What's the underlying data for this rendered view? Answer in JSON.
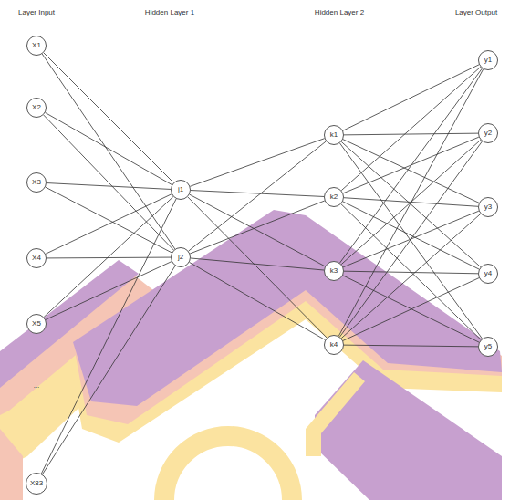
{
  "diagram": {
    "nodes": [
      {
        "text": [
          "X1"
        ]
      },
      {
        "text": [
          "X2"
        ]
      },
      {
        "text": [
          "X3"
        ]
      },
      {
        "text": [
          "X4"
        ]
      },
      {
        "text": [
          "X5"
        ]
      },
      {
        "text": [
          "X83"
        ]
      },
      {
        "text": [
          "j1"
        ]
      },
      {
        "text": [
          "j2"
        ]
      },
      {
        "text": [
          "k1"
        ]
      },
      {
        "text": [
          "k2"
        ]
      },
      {
        "text": [
          "k3"
        ]
      },
      {
        "text": [
          "k4"
        ]
      },
      {
        "text": [
          "y1"
        ]
      },
      {
        "text": [
          "y2"
        ]
      },
      {
        "text": [
          "y3"
        ]
      },
      {
        "text": [
          "y4"
        ]
      },
      {
        "text": [
          "y5"
        ]
      }
    ],
    "edges": [
      {
        "from": 0,
        "to": 6,
        "arrow": "none"
      },
      {
        "from": 0,
        "to": 7,
        "arrow": "none"
      },
      {
        "from": 1,
        "to": 6,
        "arrow": "none"
      },
      {
        "from": 1,
        "to": 7,
        "arrow": "none"
      },
      {
        "from": 2,
        "to": 6,
        "arrow": "none"
      },
      {
        "from": 2,
        "to": 7,
        "arrow": "none"
      },
      {
        "from": 3,
        "to": 6,
        "arrow": "none"
      },
      {
        "from": 3,
        "to": 7,
        "arrow": "none"
      },
      {
        "from": 4,
        "to": 6,
        "arrow": "none"
      },
      {
        "from": 4,
        "to": 7,
        "arrow": "none"
      },
      {
        "from": 5,
        "to": 6,
        "arrow": "none"
      },
      {
        "from": 5,
        "to": 7,
        "arrow": "none"
      },
      {
        "from": 6,
        "to": 8,
        "arrow": "none"
      },
      {
        "from": 6,
        "to": 9,
        "arrow": "none"
      },
      {
        "from": 6,
        "to": 10,
        "arrow": "none"
      },
      {
        "from": 6,
        "to": 11,
        "arrow": "none"
      },
      {
        "from": 7,
        "to": 8,
        "arrow": "none"
      },
      {
        "from": 7,
        "to": 9,
        "arrow": "none"
      },
      {
        "from": 7,
        "to": 10,
        "arrow": "none"
      },
      {
        "from": 7,
        "to": 11,
        "arrow": "none"
      },
      {
        "from": 8,
        "to": 12,
        "arrow": "none"
      },
      {
        "from": 8,
        "to": 13,
        "arrow": "none"
      },
      {
        "from": 8,
        "to": 14,
        "arrow": "none"
      },
      {
        "from": 8,
        "to": 15,
        "arrow": "none"
      },
      {
        "from": 8,
        "to": 16,
        "arrow": "none"
      },
      {
        "from": 9,
        "to": 12,
        "arrow": "none"
      },
      {
        "from": 9,
        "to": 13,
        "arrow": "none"
      },
      {
        "from": 9,
        "to": 14,
        "arrow": "none"
      },
      {
        "from": 9,
        "to": 15,
        "arrow": "none"
      },
      {
        "from": 9,
        "to": 16,
        "arrow": "none"
      },
      {
        "from": 10,
        "to": 12,
        "arrow": "none"
      },
      {
        "from": 10,
        "to": 13,
        "arrow": "none"
      },
      {
        "from": 10,
        "to": 14,
        "arrow": "none"
      },
      {
        "from": 10,
        "to": 15,
        "arrow": "none"
      },
      {
        "from": 10,
        "to": 16,
        "arrow": "none"
      },
      {
        "from": 11,
        "to": 12,
        "arrow": "none"
      },
      {
        "from": 11,
        "to": 13,
        "arrow": "none"
      },
      {
        "from": 11,
        "to": 14,
        "arrow": "none"
      },
      {
        "from": 11,
        "to": 15,
        "arrow": "none"
      },
      {
        "from": 11,
        "to": 16,
        "arrow": "none"
      }
    ],
    "labels": [
      "Layer Input",
      "Hidden Layer 1",
      "Hidden Layer 2",
      "Layer Output",
      "..."
    ]
  }
}
